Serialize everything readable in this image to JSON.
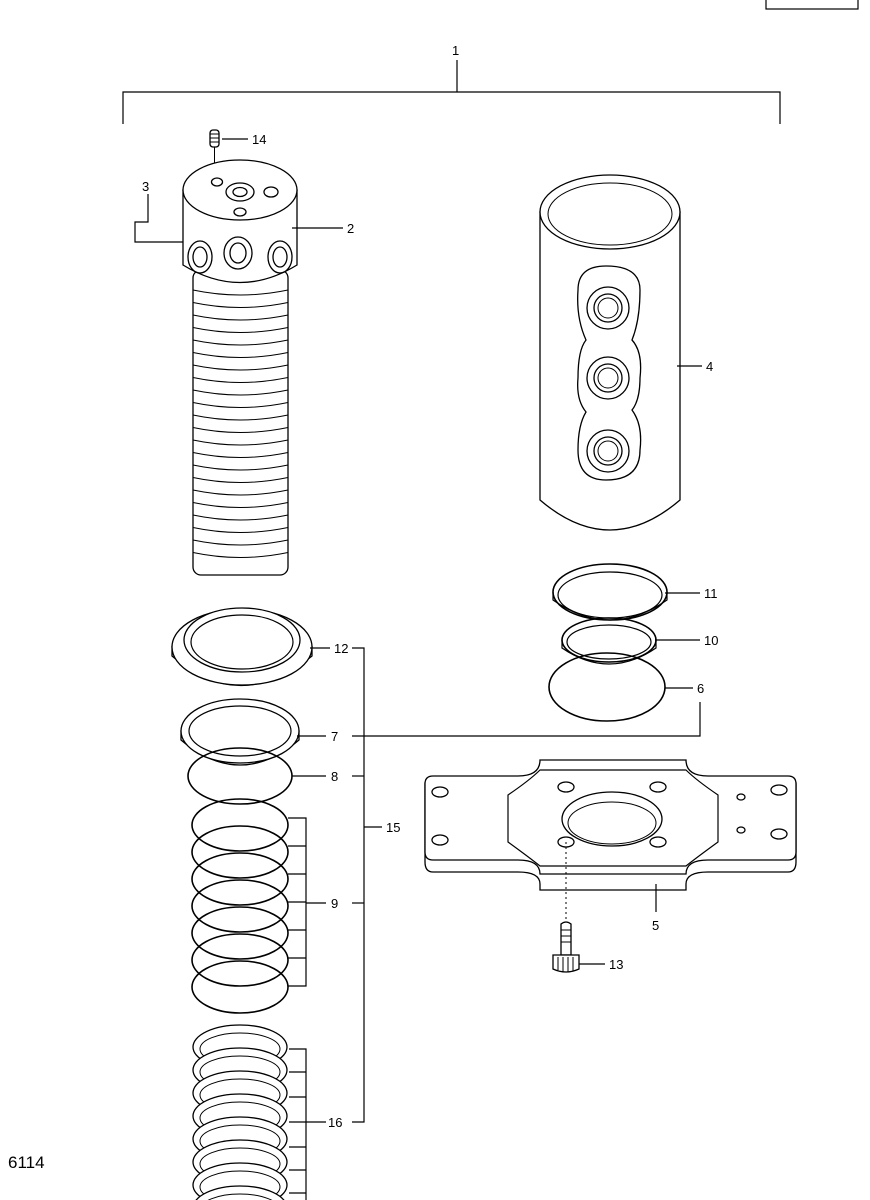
{
  "figure_id": "6114",
  "labels": {
    "p1": "1",
    "p2": "2",
    "p3": "3",
    "p4": "4",
    "p5": "5",
    "p6": "6",
    "p7": "7",
    "p8": "8",
    "p9": "9",
    "p10": "10",
    "p11": "11",
    "p12": "12",
    "p13": "13",
    "p14": "14",
    "p15": "15",
    "p16": "16"
  }
}
